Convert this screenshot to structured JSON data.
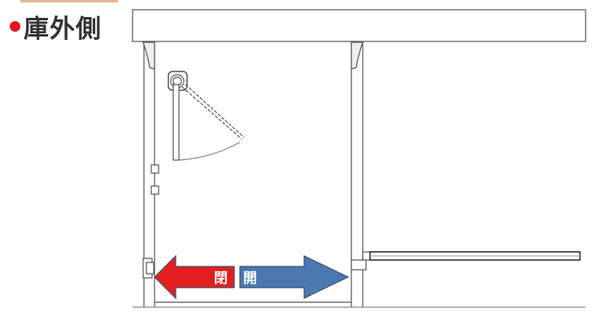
{
  "title": "庫外側",
  "arrows": {
    "close_label": "閉",
    "open_label": "開",
    "close_color": "#e41e1e",
    "open_color": "#4a78b0"
  },
  "colors": {
    "bullet": "#e8141e",
    "accent_line": "#e3b690"
  }
}
